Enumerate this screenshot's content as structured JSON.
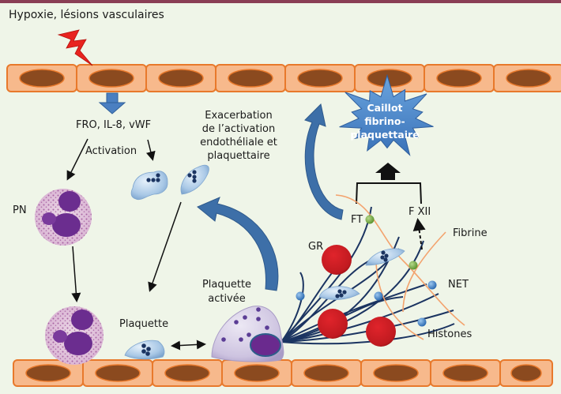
{
  "diagram": {
    "title_label": "Hypoxie, lésions vasculaires",
    "mediators_label": "FRO, IL-8, vWF",
    "activation_label": "Activation",
    "exacerbation_label": [
      "Exacerbation",
      "de l’activation",
      "endothéliale et",
      "plaquettaire"
    ],
    "clot_label": [
      "Caillot",
      "fibrino-",
      "plaquettaire"
    ],
    "pn_label": "PN",
    "platelet_label": "Plaquette",
    "activated_platelet_label": [
      "Plaquette",
      "activée"
    ],
    "gr_label": "GR",
    "ft_label": "FT",
    "fxii_label": "F XII",
    "fibrine_label": "Fibrine",
    "net_label": "NET",
    "histones_label": "Histones",
    "colors": {
      "background": "#eff5e8",
      "top_bar": "#8a3e55",
      "endothelial_cell": "#f7b98c",
      "endothelial_border": "#e8792b",
      "nucleus": "#8b4a1f",
      "blue_arrow": "#3d6fa8",
      "clot": "#4a86c8",
      "red_cell": "#c8191f",
      "net_fiber": "#1b3461",
      "fibrin": "#f3a36e",
      "platelet": "#b9d5ee",
      "activated_platelet": "#d6cde6",
      "neutrophil_nucleus": "#6b2d8f",
      "lightning": "#e8231f"
    }
  }
}
